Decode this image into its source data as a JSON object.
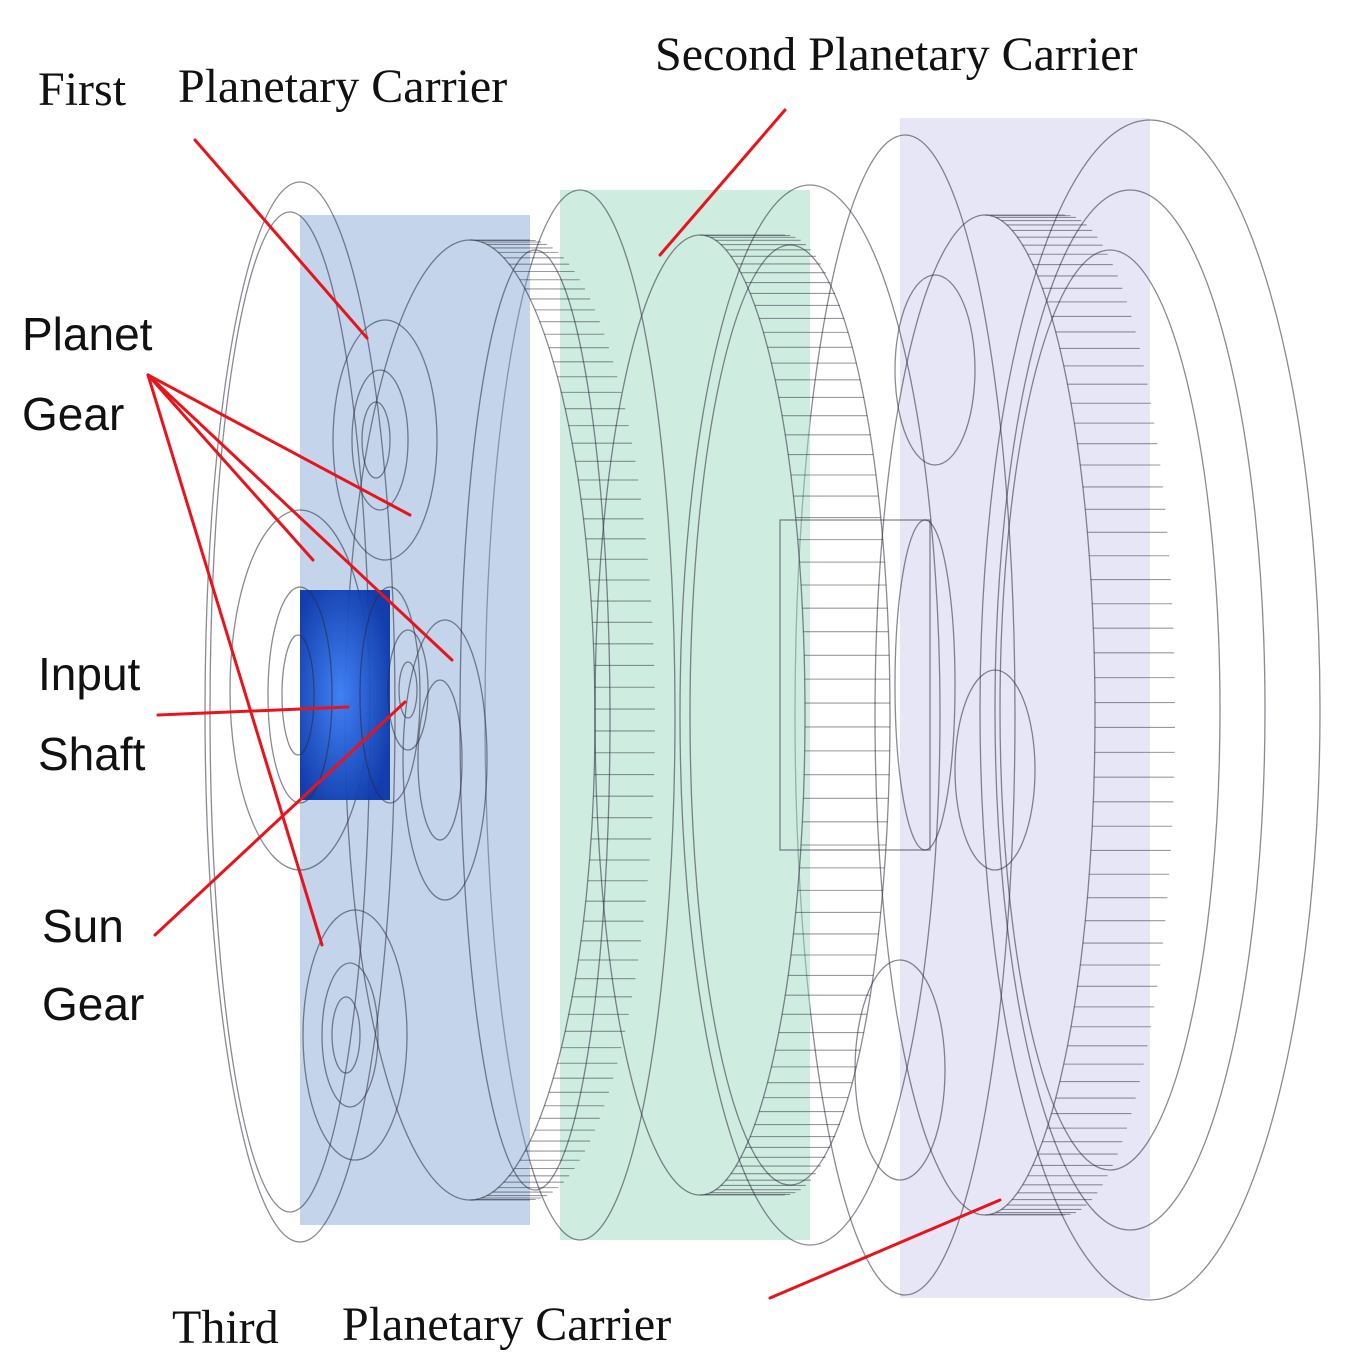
{
  "labels": {
    "first_carrier_a": "First",
    "first_carrier_b": "Planetary Carrier",
    "second_carrier": "Second Planetary Carrier",
    "planet_gear_1": "Planet",
    "planet_gear_2": "Gear",
    "input_shaft_1": "Input",
    "input_shaft_2": "Shaft",
    "sun_gear_1": "Sun",
    "sun_gear_2": "Gear",
    "third_carrier_a": "Third",
    "third_carrier_b": "Planetary Carrier"
  },
  "colors": {
    "leader_line": "#e8141c",
    "stage1_blue": "#1a4fd6",
    "stage1_housing": "#6f93c9",
    "stage2_green": "#8fcfb8",
    "stage3_lavender": "#b9b6e0"
  }
}
